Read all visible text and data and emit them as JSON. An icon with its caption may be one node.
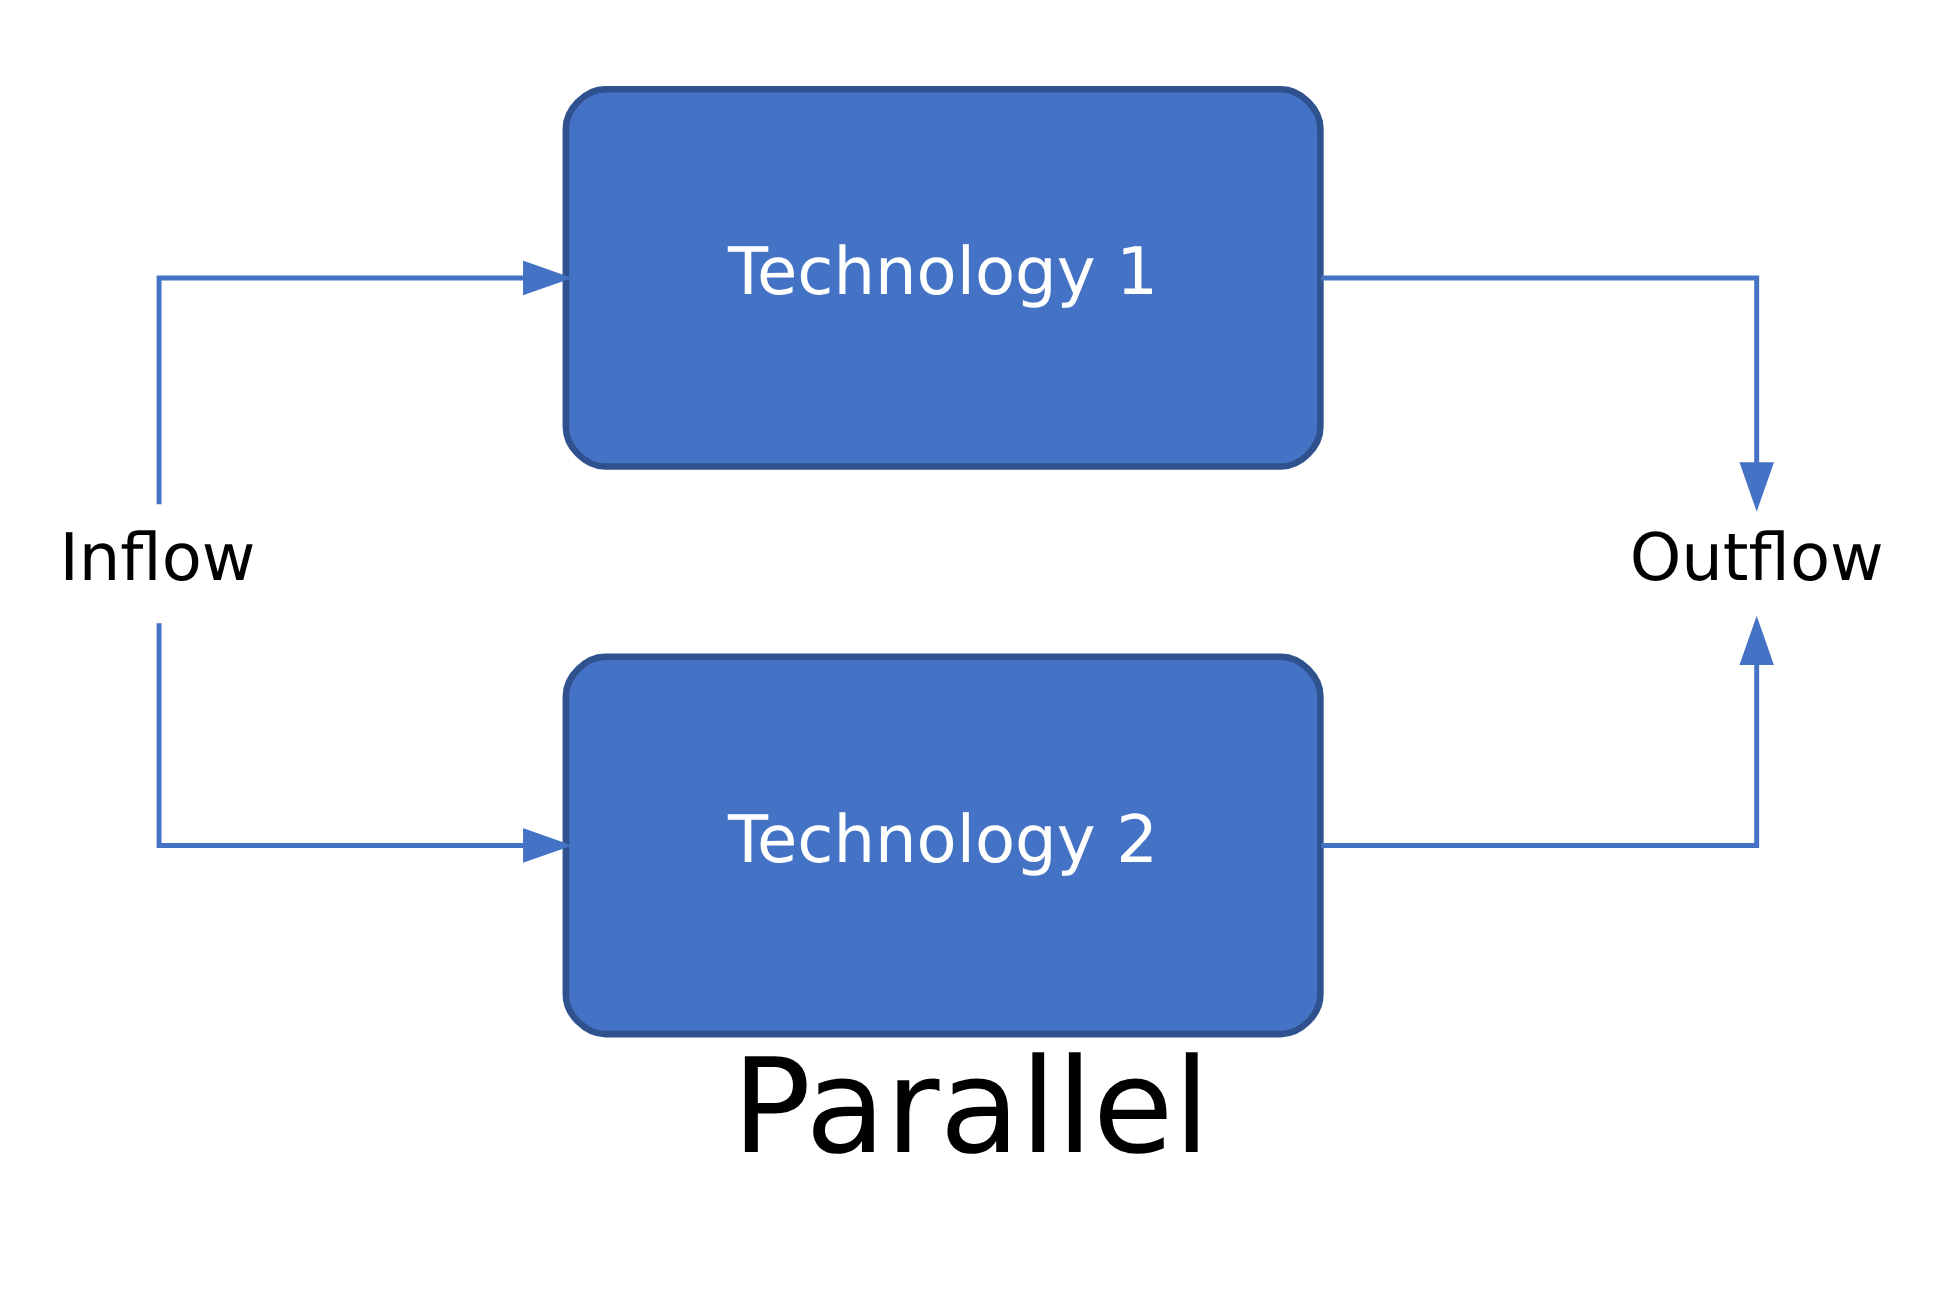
{
  "diagram": {
    "caption": "Parallel",
    "nodes": [
      {
        "text": [
          "Inflow"
        ]
      },
      {
        "text": [
          "Technology 1"
        ]
      },
      {
        "text": [
          "Technology 2"
        ]
      },
      {
        "text": [
          "Outflow"
        ]
      }
    ],
    "edges": [
      {
        "from": 0,
        "to": 1,
        "arrow": "to"
      },
      {
        "from": 0,
        "to": 2,
        "arrow": "to"
      },
      {
        "from": 1,
        "to": 3,
        "arrow": "to"
      },
      {
        "from": 2,
        "to": 3,
        "arrow": "to"
      }
    ]
  }
}
